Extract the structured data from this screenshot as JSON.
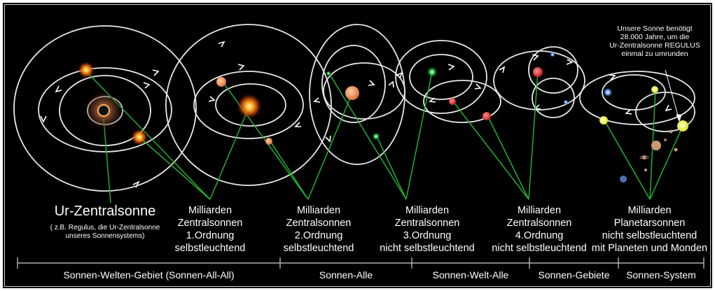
{
  "ur": {
    "title": "Ur-Zentralsonne",
    "subtitle_lines": [
      "( z.B. Regulus, die Ur-Zentralsonne",
      "unseres Sonnensystems)"
    ]
  },
  "groups": [
    {
      "lines": [
        "Milliarden",
        "Zentralsonnen",
        "1.Ordnung",
        "selbstleuchtend"
      ]
    },
    {
      "lines": [
        "Milliarden",
        "Zentralsonnen",
        "2.Ordnung",
        "selbstleuchtend"
      ]
    },
    {
      "lines": [
        "Milliarden",
        "Zentralsonnen",
        "3.Ordnung",
        "nicht selbstleuchtend"
      ]
    },
    {
      "lines": [
        "Milliarden",
        "Zentralsonnen",
        "4.Ordnung",
        "nicht selbstleuchtend"
      ]
    },
    {
      "lines": [
        "Milliarden",
        "Planetarsonnen",
        "nicht selbstleuchtend",
        "mit Planeten und Monden"
      ]
    }
  ],
  "note_lines": [
    "Unsere Sonne benötigt",
    "28.000 Jahre, um die",
    "Ur-Zentralsonne REGULUS",
    "einmal zu umrunden"
  ],
  "regions": [
    {
      "label": "Sonnen-Welten-Gebiet (Sonnen-All-All)"
    },
    {
      "label": "Sonnen-Alle"
    },
    {
      "label": "Sonnen-Welt-Alle"
    },
    {
      "label": "Sonnen-Gebiete"
    },
    {
      "label": "Sonnen-System"
    }
  ]
}
